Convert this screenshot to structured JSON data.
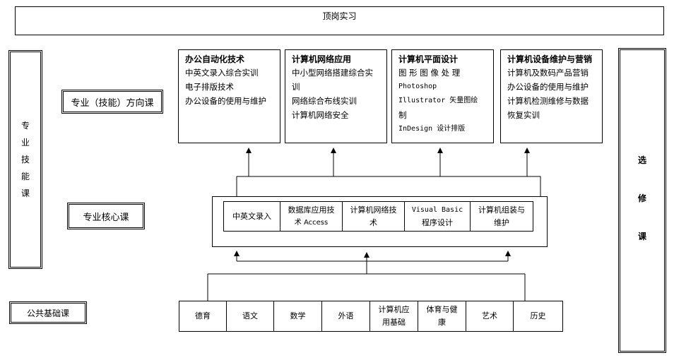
{
  "top_banner": "顶岗实习",
  "left_side_label": [
    "专",
    "业",
    "技",
    "能",
    "课"
  ],
  "right_side_label": [
    "选",
    "修",
    "课"
  ],
  "category_labels": {
    "direction": "专业（技能）方向课",
    "core": "专业核心课",
    "public": "公共基础课"
  },
  "direction_courses": [
    {
      "title": "办公自动化技术",
      "lines": [
        "中英文录入综合实训",
        "电子排版技术",
        "办公设备的使用与维护"
      ]
    },
    {
      "title": "计算机网络应用",
      "lines": [
        "中小型网络搭建综合实",
        "训",
        "网络综合布线实训",
        "计算机网络安全"
      ]
    },
    {
      "title": "计算机平面设计",
      "lines": [
        "图 形 图 像 处 理",
        "Photoshop",
        "Illustrator 矢量图绘",
        "制",
        "InDesign 设计排版"
      ]
    },
    {
      "title": "计算机设备维护与营销",
      "lines": [
        "计算机及数码产品营销",
        "办公设备的使用与维护",
        "计算机检测维修与数据",
        "恢复实训"
      ]
    }
  ],
  "core_courses": [
    [
      "中英文录入"
    ],
    [
      "数据库应用技",
      "术 Access"
    ],
    [
      "计算机网络技",
      "术"
    ],
    [
      "Visual Basic",
      "程序设计"
    ],
    [
      "计算机组装与",
      "维护"
    ]
  ],
  "public_courses": [
    [
      "德育"
    ],
    [
      "语文"
    ],
    [
      "数学"
    ],
    [
      "外语"
    ],
    [
      "计算机应",
      "用基础"
    ],
    [
      "体育与健",
      "康"
    ],
    [
      "艺术"
    ],
    [
      "历史"
    ]
  ]
}
